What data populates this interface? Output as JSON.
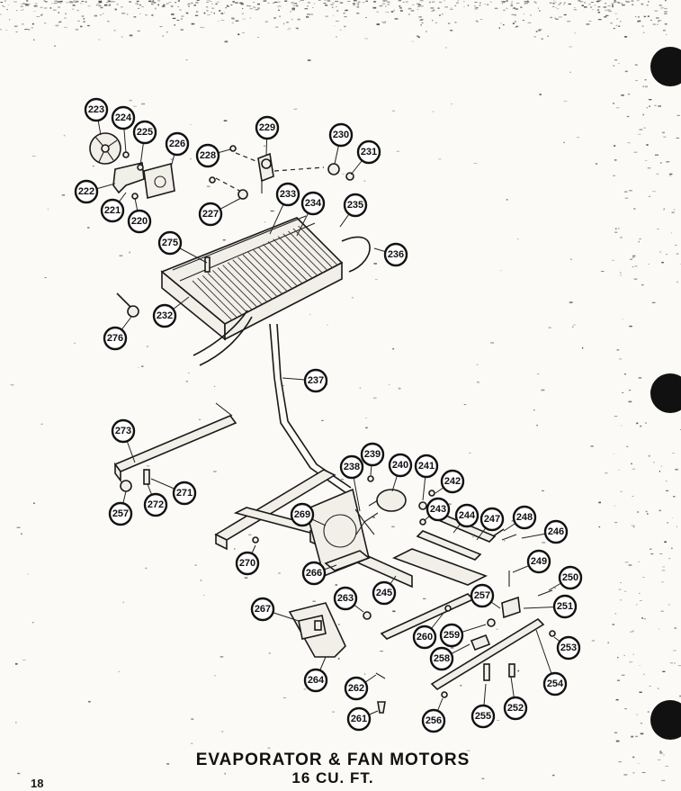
{
  "title": "EVAPORATOR & FAN MOTORS",
  "subtitle": "16 CU. FT.",
  "page_number": "18",
  "parts": [
    {
      "id": "223"
    },
    {
      "id": "224"
    },
    {
      "id": "225"
    },
    {
      "id": "226"
    },
    {
      "id": "222"
    },
    {
      "id": "221"
    },
    {
      "id": "220"
    },
    {
      "id": "228"
    },
    {
      "id": "229"
    },
    {
      "id": "230"
    },
    {
      "id": "231"
    },
    {
      "id": "227"
    },
    {
      "id": "233"
    },
    {
      "id": "234"
    },
    {
      "id": "235"
    },
    {
      "id": "236"
    },
    {
      "id": "275"
    },
    {
      "id": "232"
    },
    {
      "id": "276"
    },
    {
      "id": "237"
    },
    {
      "id": "273"
    },
    {
      "id": "271"
    },
    {
      "id": "272"
    },
    {
      "id": "257"
    },
    {
      "id": "239"
    },
    {
      "id": "238"
    },
    {
      "id": "240"
    },
    {
      "id": "241"
    },
    {
      "id": "242"
    },
    {
      "id": "243"
    },
    {
      "id": "244"
    },
    {
      "id": "247"
    },
    {
      "id": "248"
    },
    {
      "id": "246"
    },
    {
      "id": "269"
    },
    {
      "id": "270"
    },
    {
      "id": "266"
    },
    {
      "id": "245"
    },
    {
      "id": "249"
    },
    {
      "id": "250"
    },
    {
      "id": "251"
    },
    {
      "id": "257"
    },
    {
      "id": "267"
    },
    {
      "id": "263"
    },
    {
      "id": "260"
    },
    {
      "id": "259"
    },
    {
      "id": "258"
    },
    {
      "id": "253"
    },
    {
      "id": "264"
    },
    {
      "id": "254"
    },
    {
      "id": "262"
    },
    {
      "id": "252"
    },
    {
      "id": "255"
    },
    {
      "id": "256"
    },
    {
      "id": "261"
    }
  ]
}
